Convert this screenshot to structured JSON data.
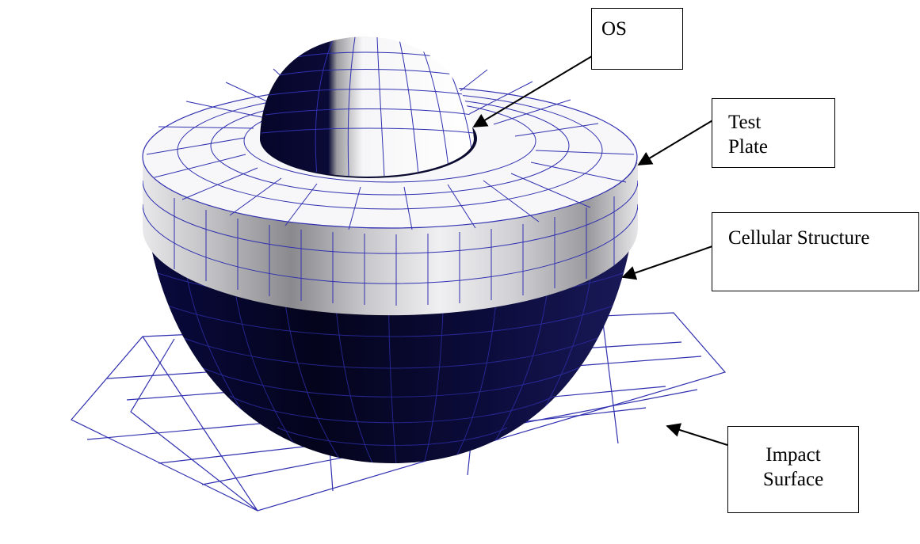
{
  "colors": {
    "mesh_line": "#3030b0",
    "dark_shell": "#05052a",
    "light_plate": "#f4f4f6",
    "arrow": "#000000",
    "box_border": "#000000"
  },
  "labels": {
    "os": [
      "OS"
    ],
    "test_plate": [
      "Test",
      "Plate"
    ],
    "cellular_structure": [
      "Cellular Structure"
    ],
    "impact_surface": [
      "Impact",
      "Surface"
    ]
  }
}
